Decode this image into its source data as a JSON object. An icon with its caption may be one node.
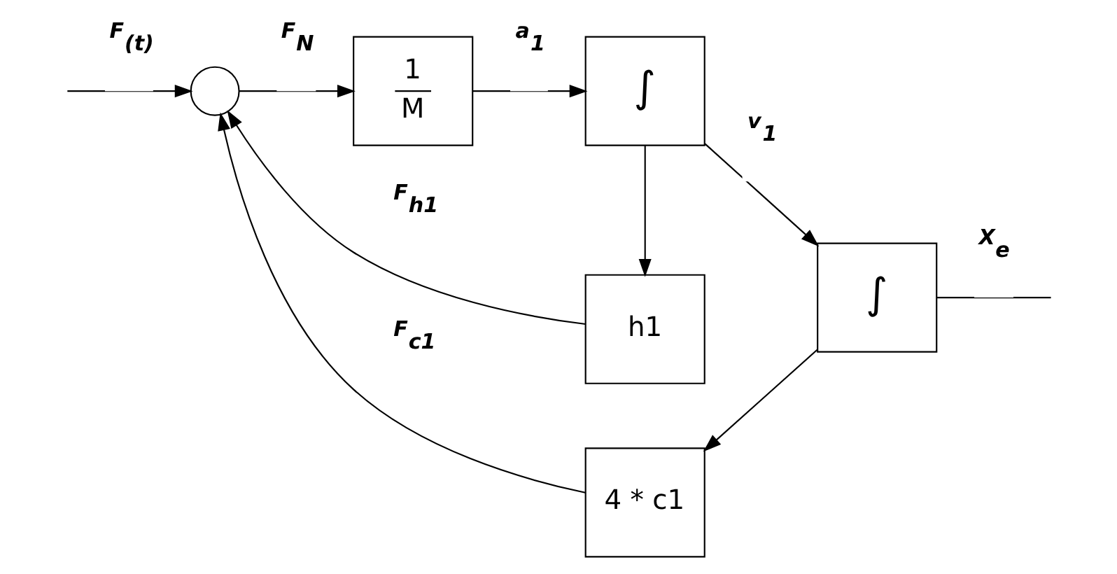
{
  "diagram": {
    "nodes": [
      {
        "text": [],
        "shape": "circle"
      },
      {
        "text": [
          "1",
          "M"
        ]
      },
      {
        "text": [
          "∫"
        ]
      },
      {
        "text": [
          "h1"
        ]
      },
      {
        "text": [
          "∫"
        ]
      },
      {
        "text": [
          "4 * c1"
        ]
      }
    ],
    "edges": [
      {
        "from": null,
        "to": 0,
        "arrow": "to",
        "label": "*F*$_{(t)}$"
      },
      {
        "from": 0,
        "to": 1,
        "arrow": "to",
        "label": "*F*$_{N}$"
      },
      {
        "from": 1,
        "to": 2,
        "arrow": "to",
        "label": "*a*$_{1}$"
      },
      {
        "from": 2,
        "to": 4,
        "arrow": "to",
        "label": "*v*$_{1}$"
      },
      {
        "from": 2,
        "to": 3,
        "arrow": "to"
      },
      {
        "from": 3,
        "to": 0,
        "arrow": "to",
        "label": "*F*$_{h1}$"
      },
      {
        "from": 4,
        "to": null,
        "arrow": "none",
        "label": "*X*$_{e}$"
      },
      {
        "from": 4,
        "to": 5,
        "arrow": "to"
      },
      {
        "from": 5,
        "to": 0,
        "arrow": "to",
        "label": "*F*$_{c1}$"
      }
    ]
  }
}
